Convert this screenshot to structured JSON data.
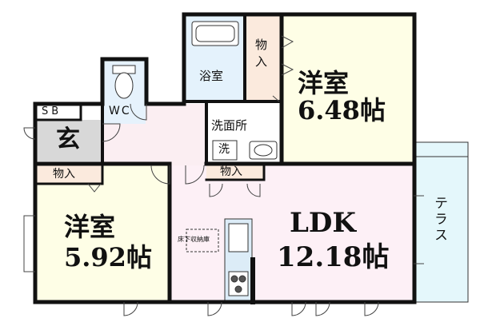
{
  "rooms": {
    "western_room_1": {
      "name": "洋室",
      "size": "6.48帖"
    },
    "western_room_2": {
      "name": "洋室",
      "size": "5.92帖"
    },
    "ldk": {
      "name": "LDK",
      "size": "12.18帖"
    },
    "bathroom": "浴室",
    "washroom": "洗面所",
    "wash_mark": "洗",
    "toilet": "WC",
    "entrance": "玄",
    "shoe_box": "SB",
    "storage_top": "物入",
    "storage_left": "物入",
    "storage_mid": "物入",
    "terrace": "テラス",
    "underfloor_storage": "床下収納庫"
  },
  "colors": {
    "wall": "#111111",
    "western_room_fill": "#fefee6",
    "ldk_fill": "#fdf0f6",
    "hall_fill": "#fbeef2",
    "bath_fill": "#e4f2fc",
    "toilet_fill": "#e6f2fc",
    "wash_fill": "#ffffff",
    "storage_fill": "#fbeadd",
    "entrance_fill": "#d8d8d8",
    "terrace_fill": "#e4f7fb",
    "kitchen_fill": "#dcecf7"
  }
}
